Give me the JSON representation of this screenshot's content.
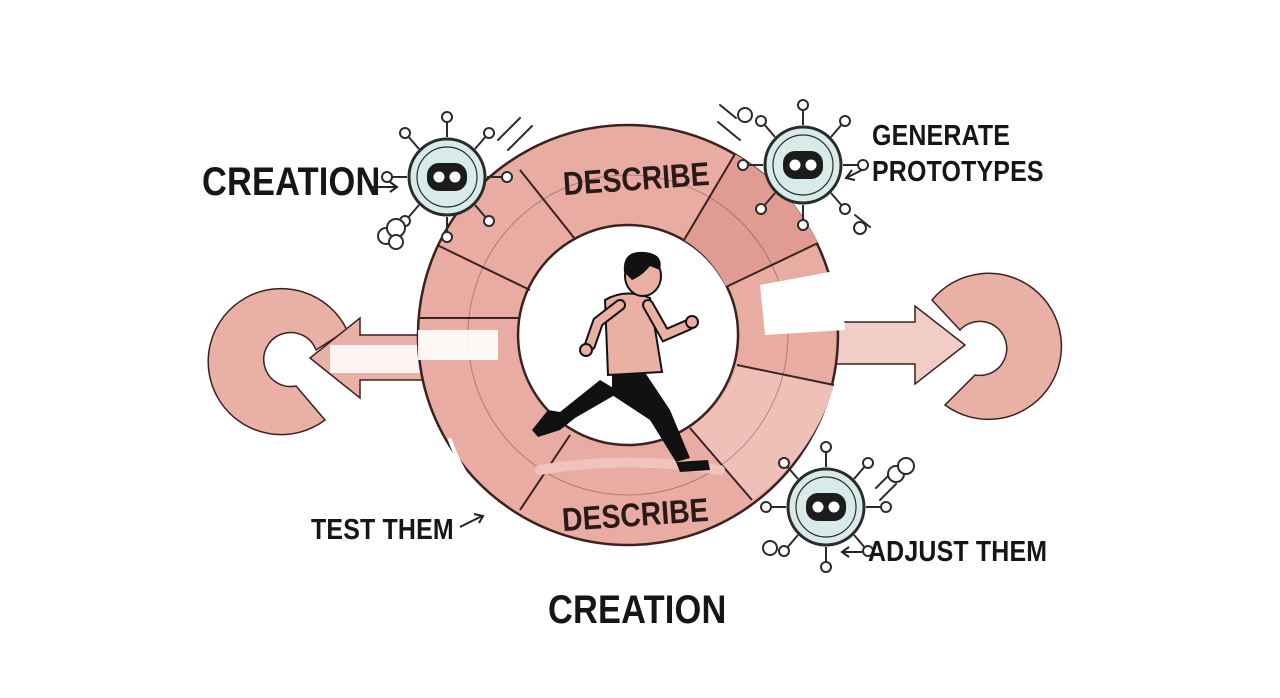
{
  "labels": {
    "creation_top": "CREATION",
    "creation_bottom": "CREATION",
    "generate_line1": "GENERATE",
    "generate_line2": "PROTOTYPES",
    "test_them": "TEST THEM",
    "adjust_them": "ADJUST THEM"
  },
  "ring": {
    "top_word": "DESCRIBE",
    "bottom_word": "DESCRIBE"
  },
  "colors": {
    "ring_fill": "#e8aca2",
    "ring_fill_dark": "#e09c92",
    "ring_stroke": "#3a2220",
    "arrow_fill": "#e9b0a6",
    "robot_fill": "#d9ebe9",
    "shirt": "#eab0a4",
    "pants": "#111111",
    "text": "#161616"
  },
  "icons": [
    "robot-icon",
    "runner-figure",
    "refresh-arrow-icon",
    "cloud-puff-icon",
    "speed-lines-icon"
  ]
}
